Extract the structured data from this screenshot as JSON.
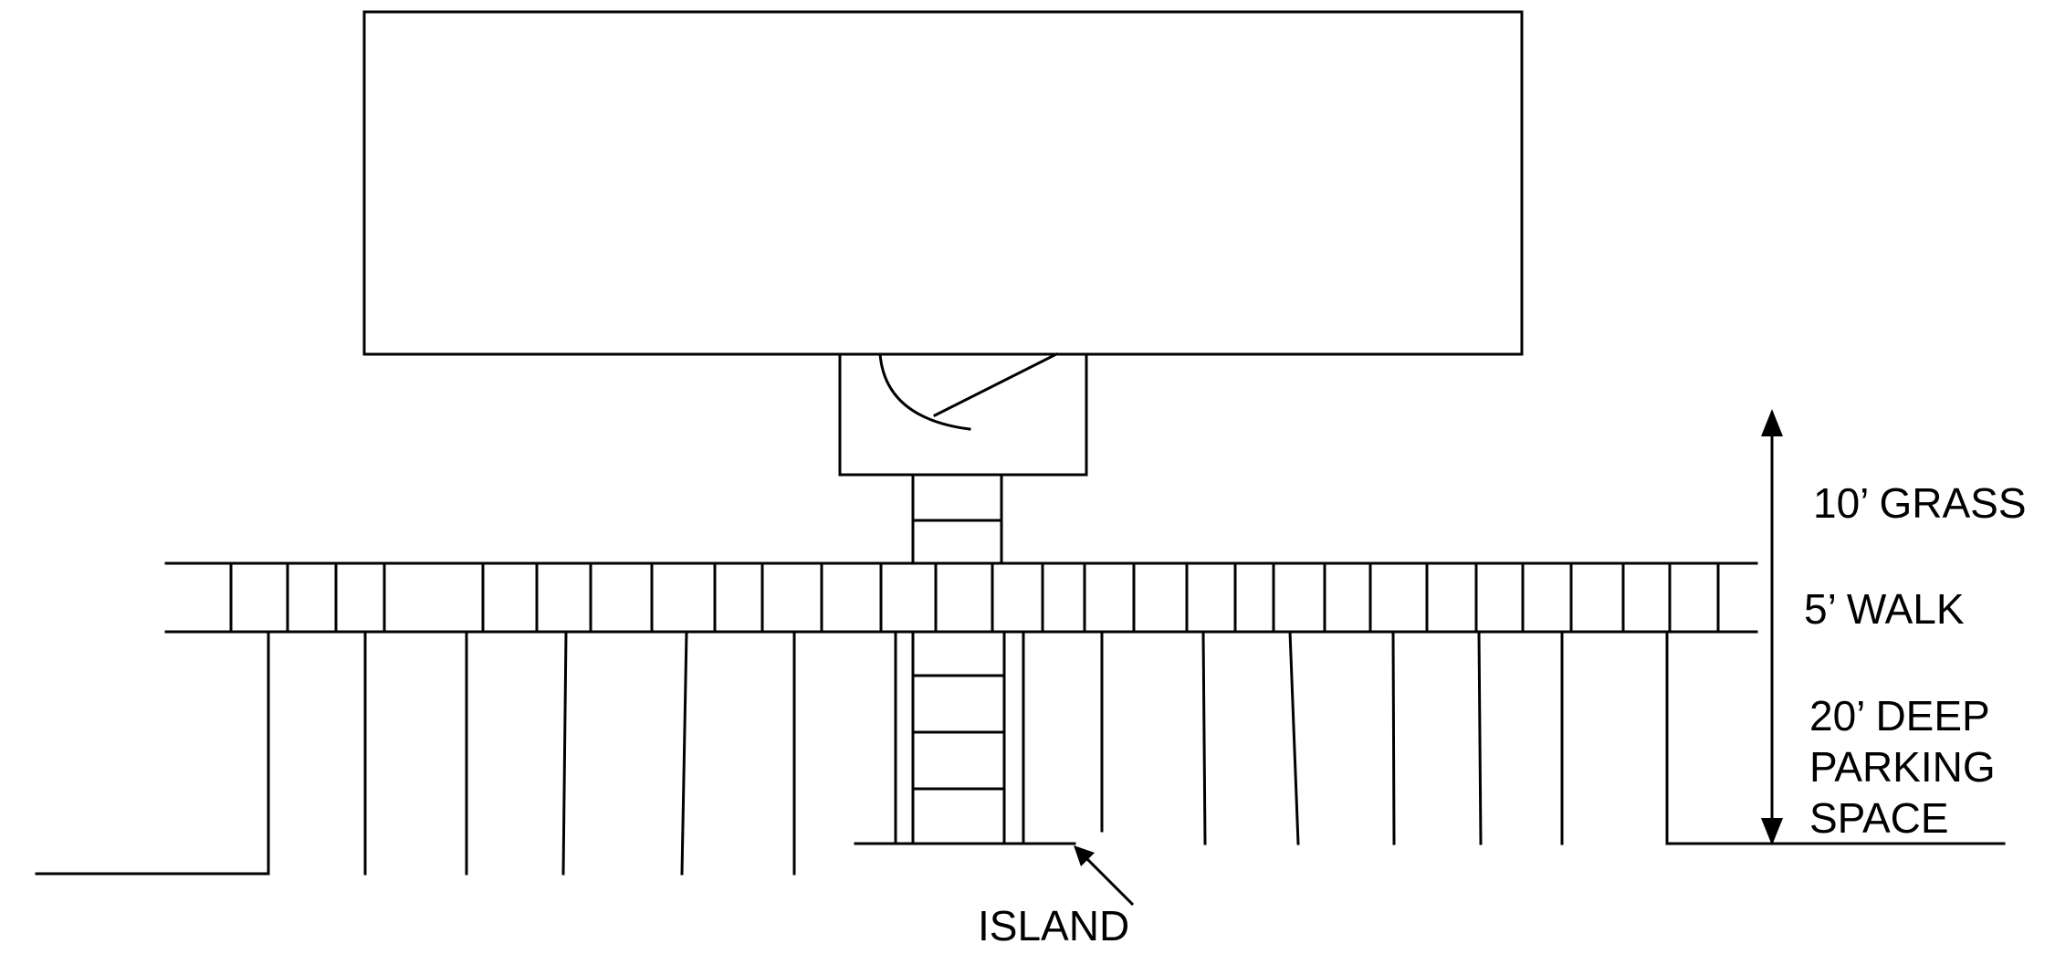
{
  "labels": {
    "grass": "10’ GRASS",
    "walk": "5’ WALK",
    "parking_line1": "20’ DEEP",
    "parking_line2": "PARKING",
    "parking_line3": "SPACE",
    "island": "ISLAND"
  },
  "colors": {
    "stroke": "#000000",
    "background": "#ffffff"
  }
}
